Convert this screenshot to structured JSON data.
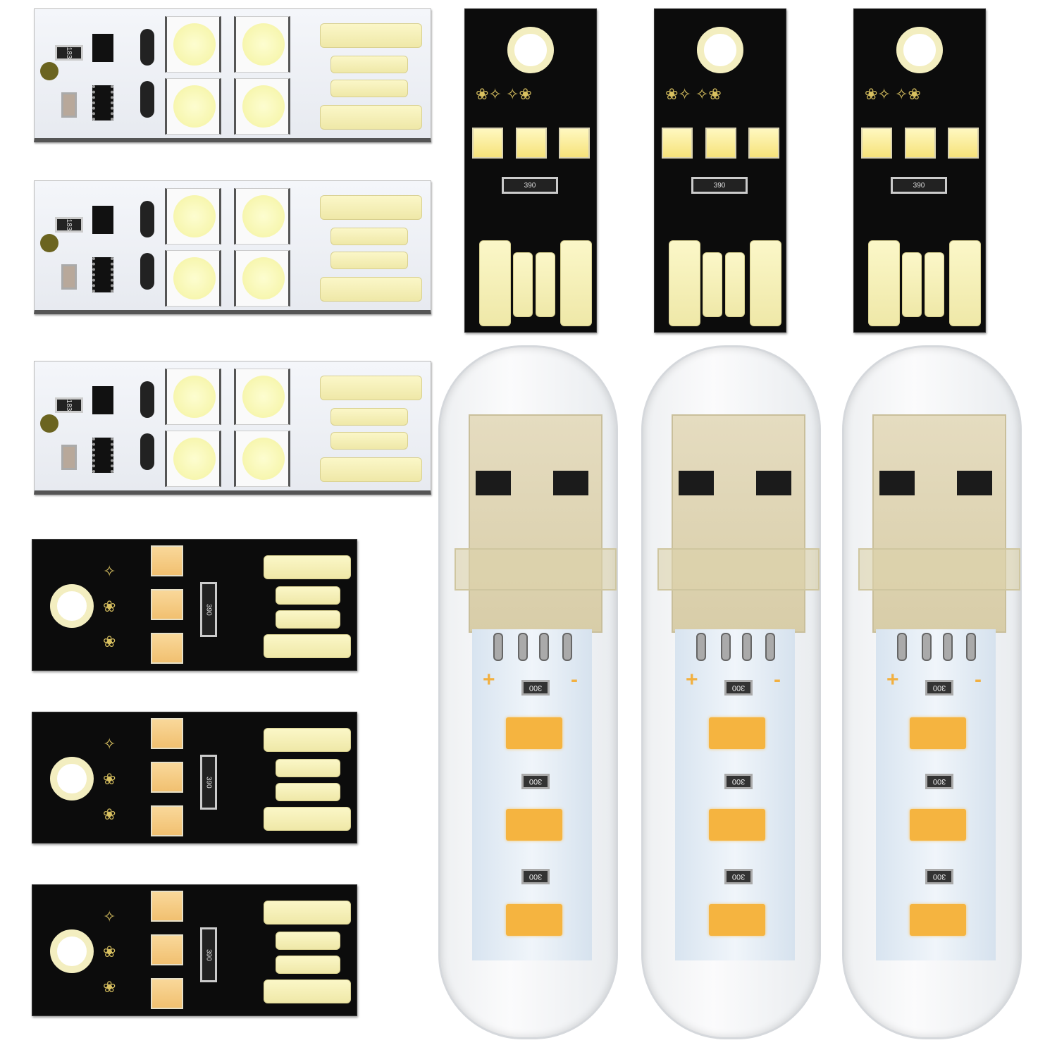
{
  "white_boards": [
    {
      "label": "183"
    },
    {
      "label": "183"
    },
    {
      "label": "183"
    }
  ],
  "black_vertical_boards": [
    {
      "label": "390"
    },
    {
      "label": "390"
    },
    {
      "label": "390"
    }
  ],
  "black_horizontal_boards": [
    {
      "label": "390"
    },
    {
      "label": "390"
    },
    {
      "label": "390"
    }
  ],
  "clear_sticks": [
    {
      "resistor_label": "300",
      "plus": "+",
      "minus": "-"
    },
    {
      "resistor_label": "300",
      "plus": "+",
      "minus": "-"
    },
    {
      "resistor_label": "300",
      "plus": "+",
      "minus": "-"
    }
  ],
  "colors": {
    "pcb_black": "#0c0c0c",
    "pcb_white": "#f0f2f6",
    "pad_gold": "#f5efb8",
    "led_warm": "#f5b440",
    "led_cool": "#f7f5b0"
  }
}
